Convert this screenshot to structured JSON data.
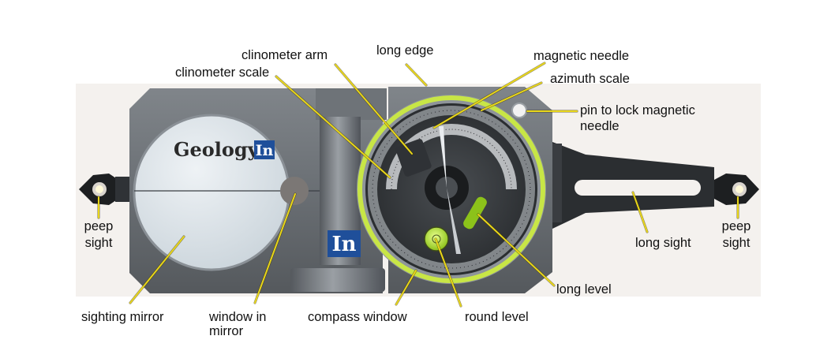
{
  "labels": {
    "long_edge": "long edge",
    "clinometer_arm": "clinometer arm",
    "clinometer_scale": "clinometer scale",
    "magnetic_needle": "magnetic needle",
    "azimuth_scale": "azimuth scale",
    "pin_lock_line1": "pin to lock magnetic",
    "pin_lock_line2": "needle",
    "peep_sight_left_line1": "peep",
    "peep_sight_left_line2": "sight",
    "peep_sight_right_line1": "peep",
    "peep_sight_right_line2": "sight",
    "long_sight": "long sight",
    "long_level": "long level",
    "sighting_mirror": "sighting mirror",
    "window_in_mirror_line1": "window in",
    "window_in_mirror_line2": "mirror",
    "compass_window": "compass window",
    "round_level": "round level"
  },
  "logo": {
    "word": "Geology",
    "mark": "In"
  },
  "colors": {
    "leader_line": "#e8d61a",
    "bezel_green": "#c8e646",
    "body_gray": "#6d7277",
    "background_panel": "#f4f1ee",
    "logo_blue": "#1f4f9a"
  }
}
